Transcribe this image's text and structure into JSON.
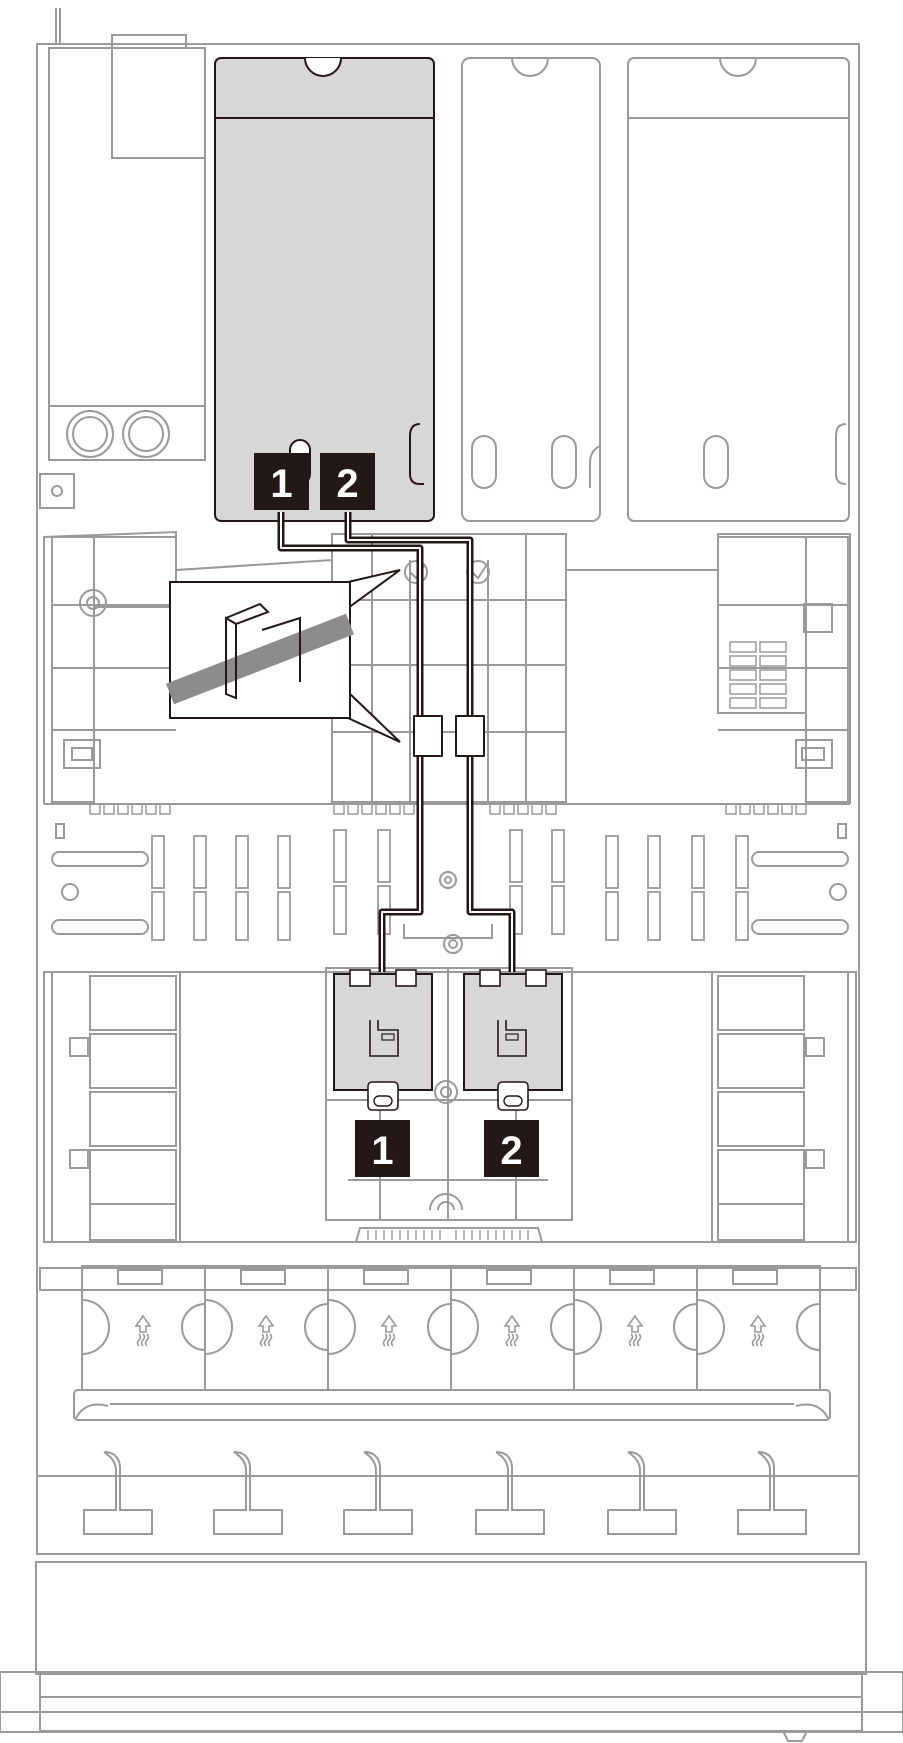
{
  "diagram": {
    "colors": {
      "outline": "#9a9a9a",
      "outline_light": "#b5b5b5",
      "cable": "#231815",
      "highlight_fill": "#d7d7d7",
      "callout_cable": "#8c8c8c",
      "label_bg": "#231815",
      "label_text": "#ffffff"
    },
    "top_labels": [
      "1",
      "2"
    ],
    "bottom_labels": [
      "1",
      "2"
    ],
    "icons": [
      "cable-clip-icon",
      "airflow-arrow-icon",
      "thumbscrew-icon"
    ]
  }
}
